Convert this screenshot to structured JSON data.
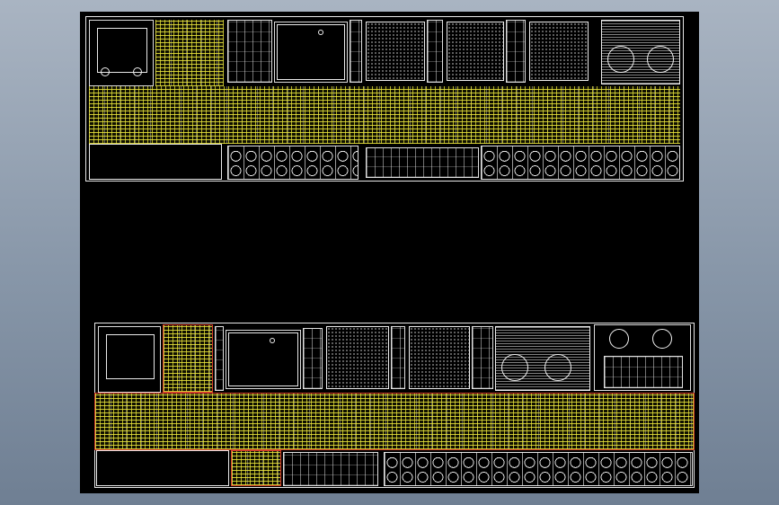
{
  "viewport": {
    "background": "#000000",
    "frame_color": "#e8e8e8",
    "highlight_color": "#ebe63c",
    "border_highlight_color": "#d23b2b"
  },
  "sheets": [
    {
      "id": "top-sheet",
      "kind": "cad-drawing-sheet"
    },
    {
      "id": "bottom-sheet",
      "kind": "cad-drawing-sheet"
    }
  ]
}
